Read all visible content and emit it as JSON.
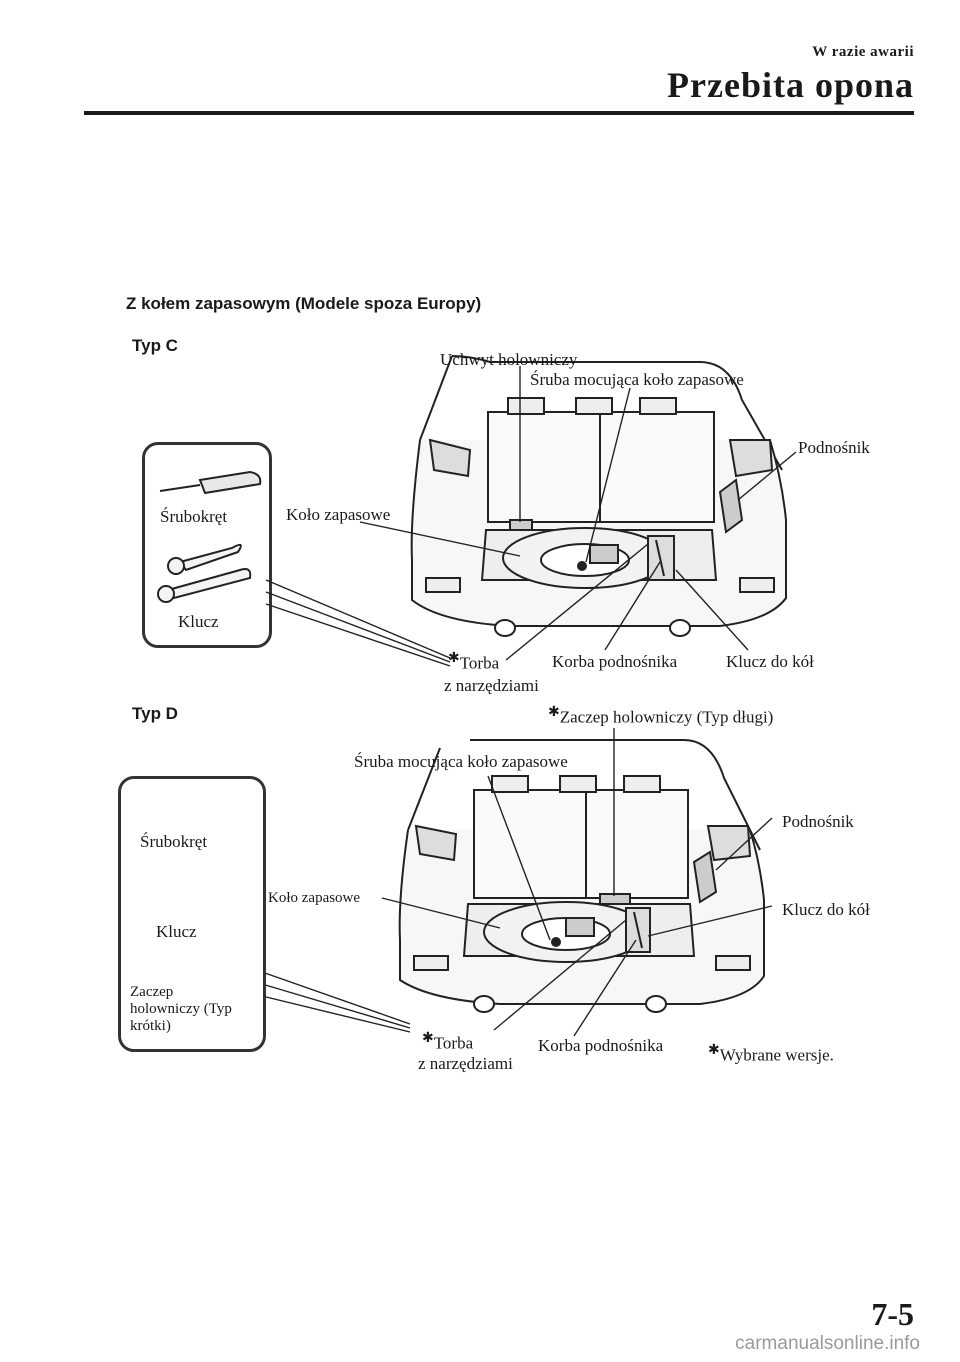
{
  "header": {
    "section": "W razie awarii",
    "title": "Przebita opona"
  },
  "subheading": "Z kołem zapasowym (Modele spoza Europy)",
  "type_c": {
    "label": "Typ C",
    "toolbox": {
      "screwdriver": "Śrubokręt",
      "wrench": "Klucz"
    },
    "callouts": {
      "tow_hook": "Uchwyt holowniczy",
      "spare_bolt": "Śruba mocująca koło zapasowe",
      "jack": "Podnośnik",
      "spare_wheel": "Koło zapasowe",
      "tool_bag_line1": "Torba",
      "tool_bag_line2": "z narzędziami",
      "jack_handle": "Korba podnośnika",
      "lug_wrench": "Klucz do kół"
    }
  },
  "type_d": {
    "label": "Typ D",
    "toolbox": {
      "screwdriver": "Śrubokręt",
      "wrench": "Klucz",
      "short_hook_line1": "Zaczep",
      "short_hook_line2": "holowniczy (Typ",
      "short_hook_line3": "krótki)"
    },
    "callouts": {
      "long_hook": "Zaczep holowniczy (Typ długi)",
      "spare_bolt": "Śruba mocująca koło zapasowe",
      "jack": "Podnośnik",
      "spare_wheel": "Koło zapasowe",
      "lug_wrench": "Klucz do kół",
      "tool_bag_line1": "Torba",
      "tool_bag_line2": "z narzędziami",
      "jack_handle": "Korba podnośnika",
      "footnote": "Wybrane wersje."
    }
  },
  "asterisk": "✱",
  "page_number": "7-5",
  "watermark": "carmanualsonline.info"
}
